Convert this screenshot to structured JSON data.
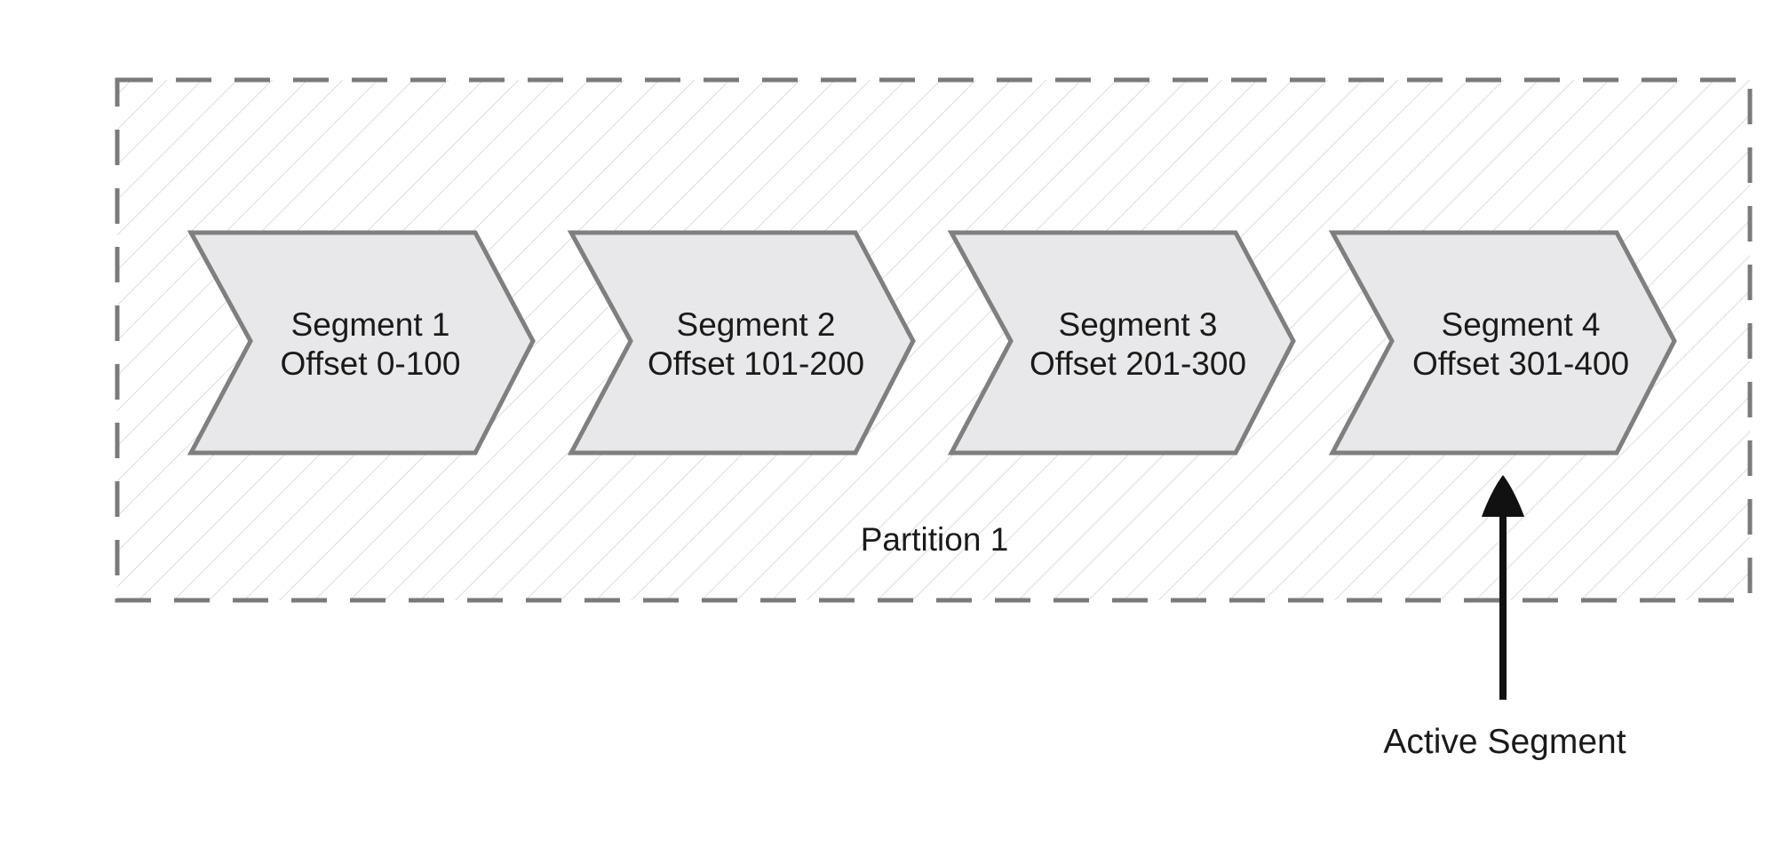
{
  "partition": {
    "label": "Partition 1"
  },
  "segments": [
    {
      "title": "Segment 1",
      "offset": "Offset 0-100"
    },
    {
      "title": "Segment 2",
      "offset": "Offset 101-200"
    },
    {
      "title": "Segment 3",
      "offset": "Offset 201-300"
    },
    {
      "title": "Segment 4",
      "offset": "Offset 301-400"
    }
  ],
  "active_pointer": {
    "label": "Active Segment",
    "target_segment": 4
  },
  "colors": {
    "border": "#7a7a7a",
    "hatch": "#dcdcdc",
    "segment_fill": "#e8e8ea",
    "segment_stroke": "#7f7f7f",
    "arrow": "#111111",
    "text": "#1a1a1a"
  }
}
